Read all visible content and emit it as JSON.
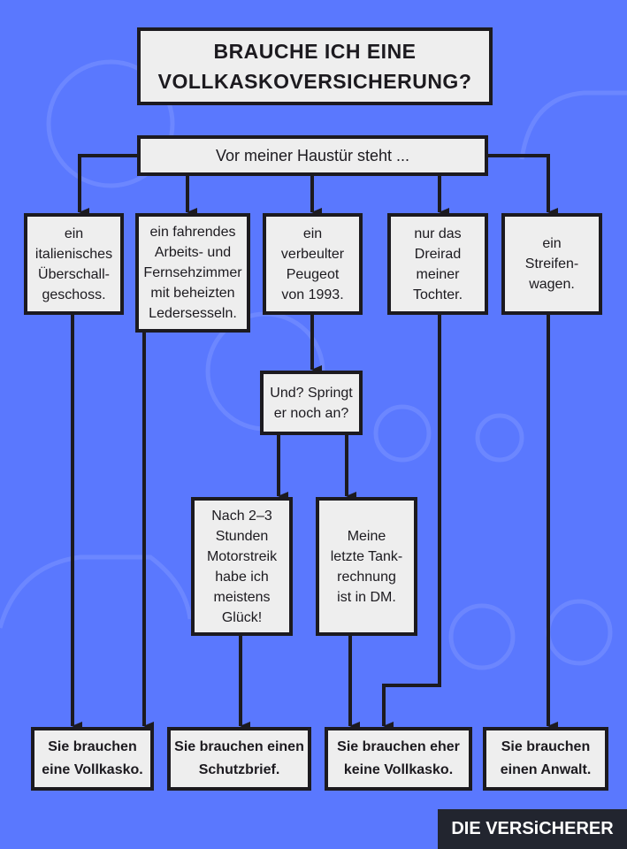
{
  "title": "BRAUCHE ICH EINE\nVOLLKASKOVERSICHERUNG?",
  "question": "Vor meiner Haustür steht ...",
  "options": [
    "ein\nitalienisches\nÜberschall-\ngeschoss.",
    "ein fahrendes\nArbeits- und\nFernsehzimmer\nmit beheizten\nLedersesseln.",
    "ein\nverbeulter\nPeugeot\nvon 1993.",
    "nur das\nDreirad\nmeiner\nTochter.",
    "ein\nStreifen-\nwagen."
  ],
  "sub_question": "Und? Springt\ner noch an?",
  "sub_options": [
    "Nach 2–3\nStunden\nMotorstreik\nhabe ich\nmeistens\nGlück!",
    "Meine\nletzte Tank-\nrechnung\nist in DM."
  ],
  "results": [
    "Sie brauchen\neine Vollkasko.",
    "Sie brauchen einen\nSchutzbrief.",
    "Sie brauchen eher\nkeine Vollkasko.",
    "Sie brauchen\neinen Anwalt."
  ],
  "logo": "DIE VERSiCHERER",
  "colors": {
    "background": "#5a78fe",
    "box": "#eeeeee",
    "border": "#1c1a1f",
    "logo_bg": "#22252f"
  }
}
